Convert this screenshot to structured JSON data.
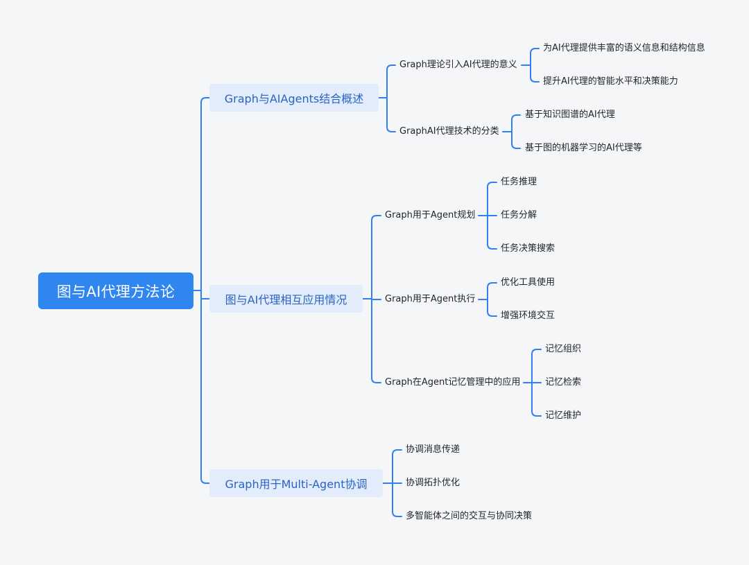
{
  "colors": {
    "accent": "#2f86ef",
    "edge": "#2f7ef2",
    "branch_bg": "#e3ecfb",
    "branch_text": "#2a63c4"
  },
  "root": {
    "label": "图与AI代理方法论"
  },
  "branches": [
    {
      "label": "Graph与AIAgents结合概述",
      "subs": [
        {
          "label": "Graph理论引入AI代理的意义",
          "leaves": [
            "为AI代理提供丰富的语义信息和结构信息",
            "提升AI代理的智能水平和决策能力"
          ]
        },
        {
          "label": "GraphAI代理技术的分类",
          "leaves": [
            "基于知识图谱的AI代理",
            "基于图的机器学习的AI代理等"
          ]
        }
      ]
    },
    {
      "label": "图与AI代理相互应用情况",
      "subs": [
        {
          "label": "Graph用于Agent规划",
          "leaves": [
            "任务推理",
            "任务分解",
            "任务决策搜索"
          ]
        },
        {
          "label": "Graph用于Agent执行",
          "leaves": [
            "优化工具使用",
            "增强环境交互"
          ]
        },
        {
          "label": "Graph在Agent记忆管理中的应用",
          "leaves": [
            "记忆组织",
            "记忆检索",
            "记忆维护"
          ]
        }
      ]
    },
    {
      "label": "Graph用于Multi-Agent协调",
      "leaves": [
        "协调消息传递",
        "协调拓扑优化",
        "多智能体之间的交互与协同决策"
      ]
    }
  ]
}
